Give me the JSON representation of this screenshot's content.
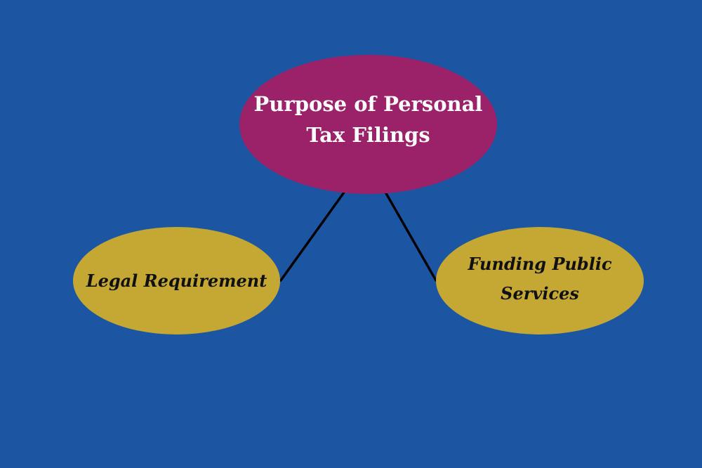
{
  "diagram": {
    "root": {
      "label": "Purpose of Personal Tax Filings"
    },
    "children": [
      {
        "label": "Legal Requirement"
      },
      {
        "label": "Funding Public Services"
      }
    ]
  },
  "colors": {
    "background": "#1c56a2",
    "root_fill": "#9b2268",
    "child_fill": "#c4a833",
    "root_text": "#ffffff",
    "child_text": "#111111",
    "connector": "#000000"
  }
}
